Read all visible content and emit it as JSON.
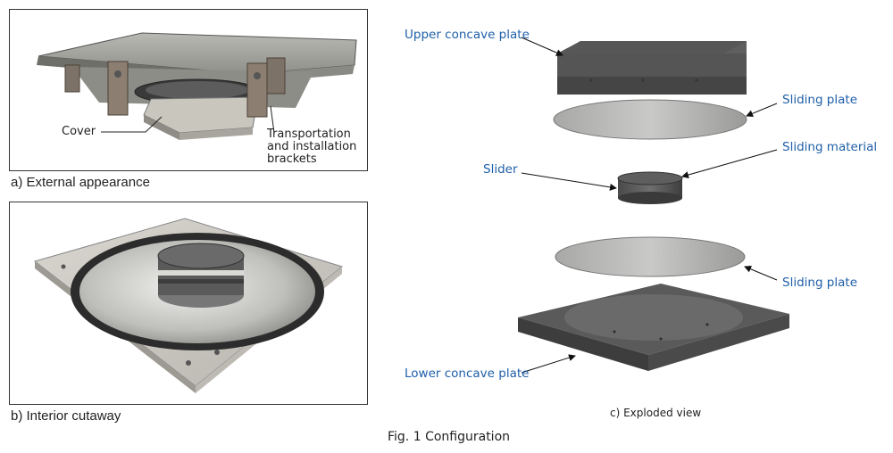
{
  "figure_title": "Fig. 1 Configuration",
  "panel_a": {
    "caption": "a) External appearance",
    "labels": {
      "cover": "Cover",
      "brackets": "Transportation\nand installation\nbrackets"
    }
  },
  "panel_b": {
    "caption": "b) Interior cutaway"
  },
  "panel_c": {
    "caption": "c) Exploded view",
    "labels": {
      "upper_concave_plate": "Upper concave plate",
      "sliding_plate_top": "Sliding plate",
      "sliding_material": "Sliding material",
      "slider": "Slider",
      "sliding_plate_bottom": "Sliding plate",
      "lower_concave_plate": "Lower concave plate"
    }
  },
  "colors": {
    "label_blue": "#1f5fa8",
    "plate_dark": "#4a4a4a",
    "frame": "#333333"
  }
}
